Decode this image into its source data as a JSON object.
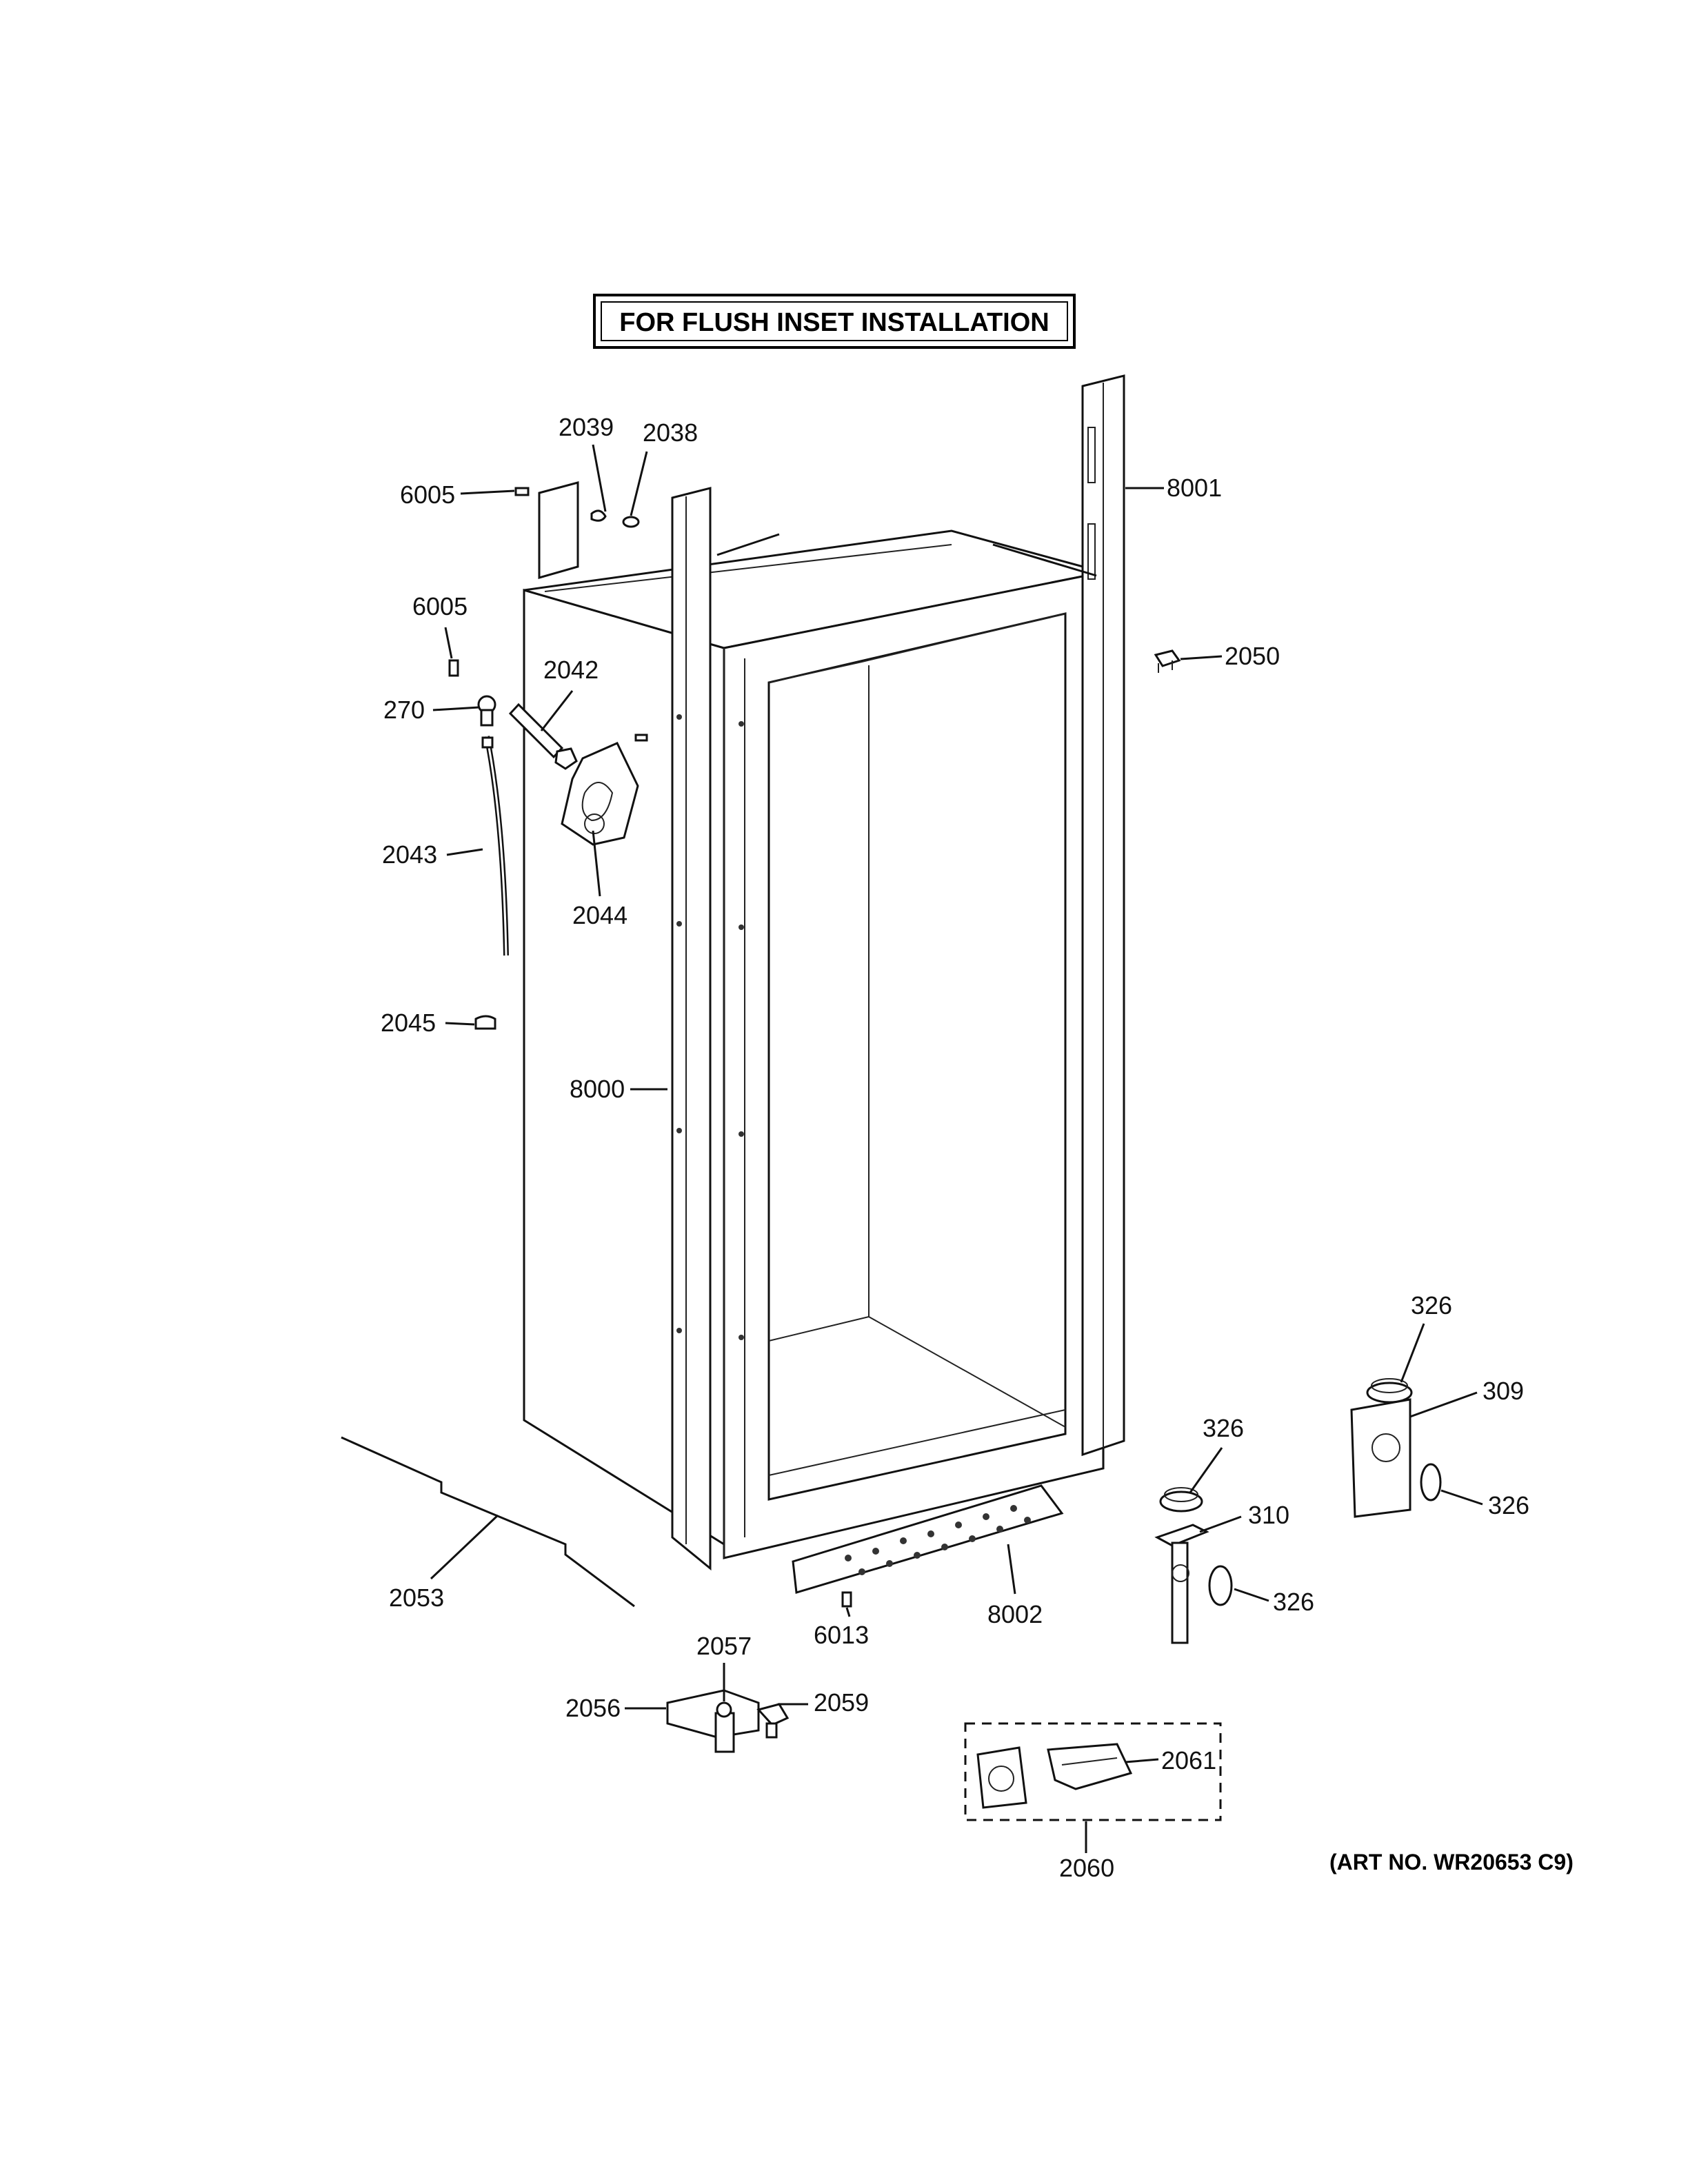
{
  "title": "FOR FLUSH INSET INSTALLATION",
  "art_number": "(ART NO. WR20653 C9)",
  "labels": {
    "l6005a": "6005",
    "l2039": "2039",
    "l2038": "2038",
    "l8001": "8001",
    "l6005b": "6005",
    "l2042": "2042",
    "l270": "270",
    "l2050": "2050",
    "l2043": "2043",
    "l2044": "2044",
    "l2045": "2045",
    "l8000": "8000",
    "l326a": "326",
    "l309": "309",
    "l326b": "326",
    "l326c": "326",
    "l310": "310",
    "l326d": "326",
    "l2053": "2053",
    "l8002": "8002",
    "l6013": "6013",
    "l2057": "2057",
    "l2056": "2056",
    "l2059": "2059",
    "l2061": "2061",
    "l2060": "2060"
  }
}
